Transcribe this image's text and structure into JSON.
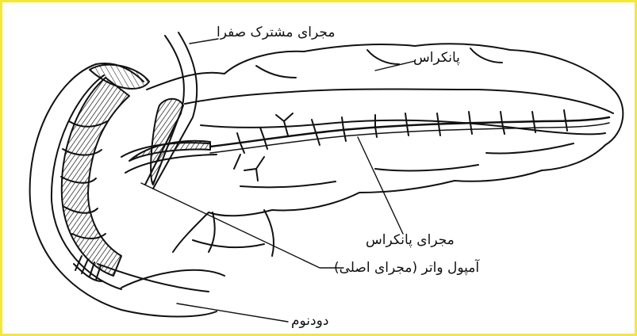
{
  "labels": {
    "common_bile_duct": "مجرای مشترک صفرا",
    "pancreas": "پانکراس",
    "pancreatic_duct": "مجرای پانکراس",
    "ampulla_of_vater": "آمپول واتر (مجرای اصلی)",
    "duodenum": "دودنوم"
  },
  "colors": {
    "frame": "#f5e63b",
    "ink": "#111111",
    "background": "#ffffff"
  }
}
